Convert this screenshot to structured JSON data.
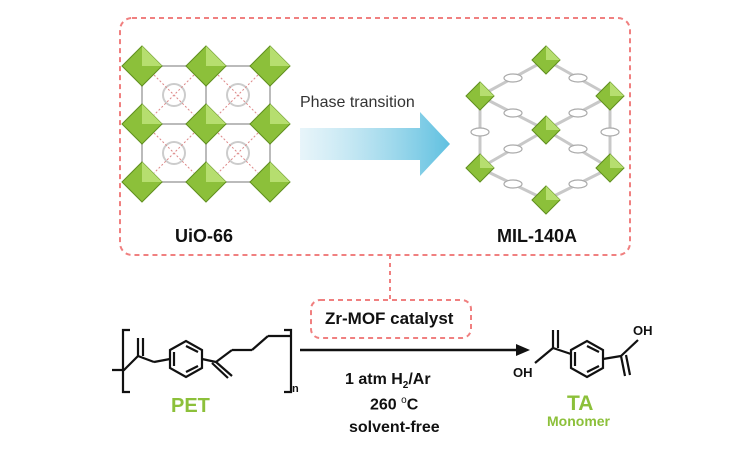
{
  "top_panel": {
    "left_structure_label": "UiO-66",
    "right_structure_label": "MIL-140A",
    "transition_label": "Phase transition"
  },
  "catalyst_label": "Zr-MOF catalyst",
  "reaction": {
    "reactant_label": "PET",
    "subscript_n": "n",
    "conditions": {
      "pressure_prefix": "1 atm H",
      "h2_subscript": "2",
      "gas_suffix": "/Ar",
      "temperature_value": "260 ",
      "temperature_degree": "o",
      "temperature_unit": "C",
      "solvent": "solvent-free"
    },
    "product_label": "TA",
    "product_sublabel": "Monomer",
    "oh_left": "OH",
    "oh_right": "OH"
  },
  "colors": {
    "octahedra_green": "#8cc03a",
    "dashed_border": "#f08080",
    "arrow_blue": "#7ccbe0",
    "label_green": "#8cc03a"
  }
}
